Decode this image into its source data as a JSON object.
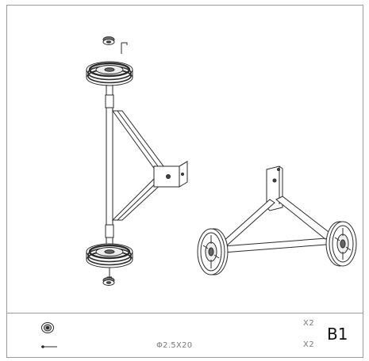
{
  "step_code": "B1",
  "parts": [
    {
      "icon": "washer-icon",
      "size": "",
      "quantity": "X2"
    },
    {
      "icon": "cotter-pin-icon",
      "size": "Φ2.5X20",
      "quantity": "X2"
    }
  ]
}
